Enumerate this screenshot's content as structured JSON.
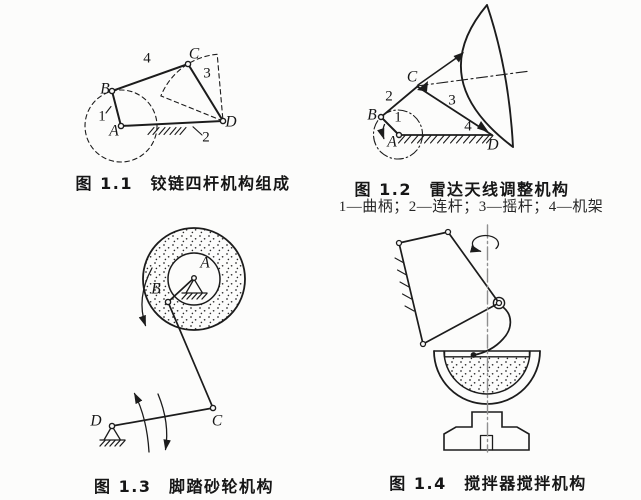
{
  "page": {
    "background": "#fcfcfb",
    "ink": "#1c1c1c"
  },
  "figures": {
    "fig1": {
      "caption": "图 1.1　铰链四杆机构组成",
      "labels": {
        "A": "A",
        "B": "B",
        "C": "C",
        "D": "D",
        "n1": "1",
        "n2": "2",
        "n3": "3",
        "n4": "4"
      }
    },
    "fig2": {
      "caption": "图 1.2　雷达天线调整机构",
      "legend": "1—曲柄；2—连杆；3—摇杆；4—机架",
      "labels": {
        "A": "A",
        "B": "B",
        "C": "C",
        "D": "D",
        "n1": "1",
        "n2": "2",
        "n3": "3",
        "n4": "4"
      }
    },
    "fig3": {
      "caption": "图 1.3　脚踏砂轮机构",
      "labels": {
        "A": "A",
        "B": "B",
        "C": "C",
        "D": "D"
      }
    },
    "fig4": {
      "caption": "图 1.4　搅拌器搅拌机构"
    }
  }
}
